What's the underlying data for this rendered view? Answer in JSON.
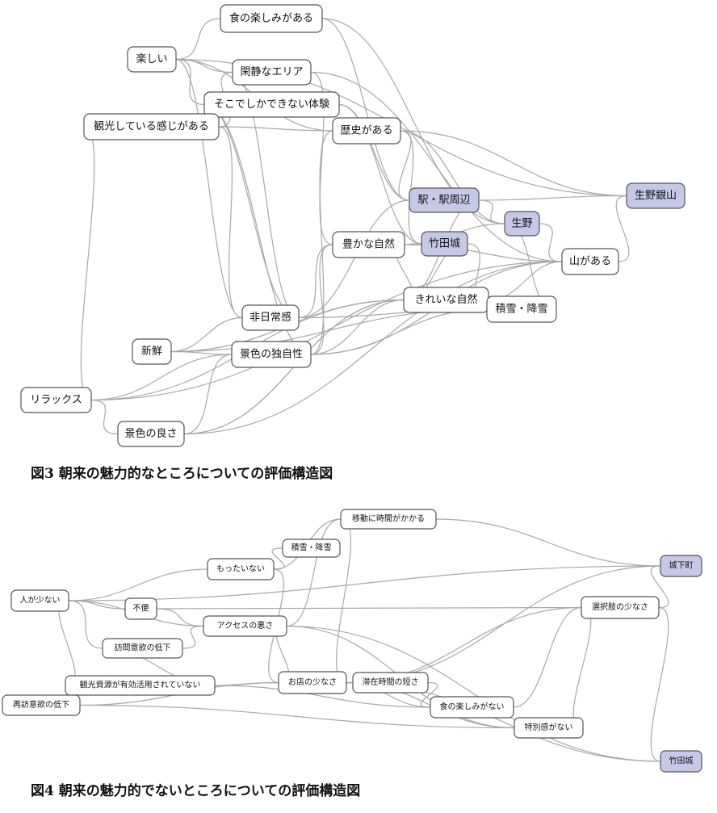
{
  "colors": {
    "normal_fill": "#ffffff",
    "highlight_fill": "#c5c8e6",
    "edge": "#a8a8a8",
    "border": "#555555"
  },
  "diagram1": {
    "caption": "図3 朝来の魅力的なところについての評価構造図",
    "nodes": [
      {
        "id": "shoku",
        "label": "食の楽しみがある",
        "highlight": false
      },
      {
        "id": "tanoshii",
        "label": "楽しい",
        "highlight": false
      },
      {
        "id": "kanjaku",
        "label": "閑静なエリア",
        "highlight": false
      },
      {
        "id": "sokodeshika",
        "label": "そこでしかできない体験",
        "highlight": false
      },
      {
        "id": "kanko",
        "label": "観光している感じがある",
        "highlight": false
      },
      {
        "id": "rekishi",
        "label": "歴史がある",
        "highlight": false
      },
      {
        "id": "eki",
        "label": "駅・駅周辺",
        "highlight": true
      },
      {
        "id": "ikunoginzan",
        "label": "生野銀山",
        "highlight": true
      },
      {
        "id": "ikuno",
        "label": "生野",
        "highlight": true
      },
      {
        "id": "yutaka",
        "label": "豊かな自然",
        "highlight": false
      },
      {
        "id": "takeda",
        "label": "竹田城",
        "highlight": true
      },
      {
        "id": "yama",
        "label": "山がある",
        "highlight": false
      },
      {
        "id": "kirei",
        "label": "きれいな自然",
        "highlight": false
      },
      {
        "id": "sekisetsu",
        "label": "積雪・降雪",
        "highlight": false
      },
      {
        "id": "hinichijo",
        "label": "非日常感",
        "highlight": false
      },
      {
        "id": "shinsen",
        "label": "新鮮",
        "highlight": false
      },
      {
        "id": "dokuji",
        "label": "景色の独自性",
        "highlight": false
      },
      {
        "id": "relax",
        "label": "リラックス",
        "highlight": false
      },
      {
        "id": "yosa",
        "label": "景色の良さ",
        "highlight": false
      }
    ]
  },
  "diagram2": {
    "caption": "図4 朝来の魅力的でないところについての評価構造図",
    "nodes": [
      {
        "id": "idou",
        "label": "移動に時間がかかる",
        "highlight": false
      },
      {
        "id": "sekisetsu2",
        "label": "積雪・降雪",
        "highlight": false
      },
      {
        "id": "mottainai",
        "label": "もったいない",
        "highlight": false
      },
      {
        "id": "jokamachi",
        "label": "城下町",
        "highlight": true
      },
      {
        "id": "hitogasukunai",
        "label": "人が少ない",
        "highlight": false
      },
      {
        "id": "fuben",
        "label": "不便",
        "highlight": false
      },
      {
        "id": "sentakushi",
        "label": "選択肢の少なさ",
        "highlight": false
      },
      {
        "id": "access",
        "label": "アクセスの悪さ",
        "highlight": false
      },
      {
        "id": "houmon",
        "label": "訪問意欲の低下",
        "highlight": false
      },
      {
        "id": "kankoshigen",
        "label": "観光資源が有効活用されていない",
        "highlight": false
      },
      {
        "id": "omise",
        "label": "お店の少なさ",
        "highlight": false
      },
      {
        "id": "taizai",
        "label": "滞在時間の短さ",
        "highlight": false
      },
      {
        "id": "saihoumon",
        "label": "再訪意欲の低下",
        "highlight": false
      },
      {
        "id": "shokunashi",
        "label": "食の楽しみがない",
        "highlight": false
      },
      {
        "id": "tokubetsu",
        "label": "特別感がない",
        "highlight": false
      },
      {
        "id": "takeda2",
        "label": "竹田城",
        "highlight": true
      }
    ]
  }
}
